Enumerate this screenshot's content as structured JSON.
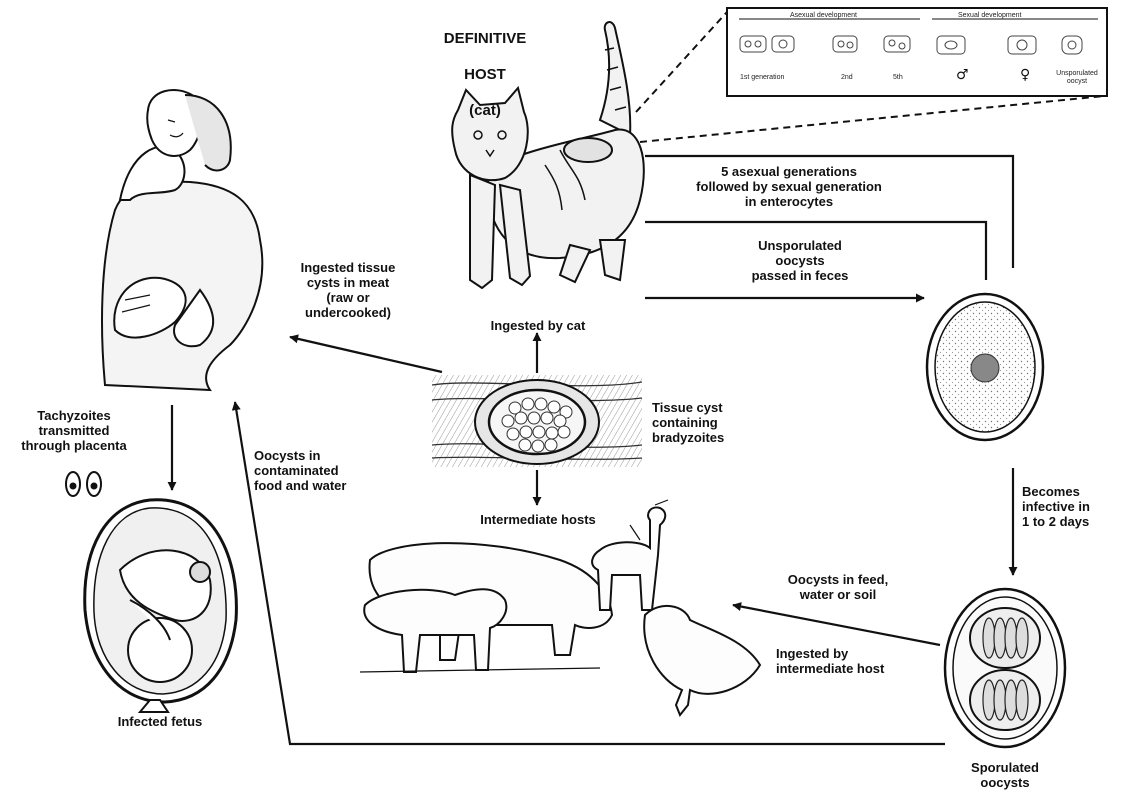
{
  "definitive_host": {
    "line1": "DEFINITIVE",
    "line2": "HOST",
    "line3": "(cat)"
  },
  "inset": {
    "asexual_label": "Asexual development",
    "sexual_label": "Sexual development",
    "stages": [
      "1st generation",
      "2nd",
      "5th",
      "",
      "",
      "Unsporulated oocyst"
    ],
    "male_symbol": "♂",
    "female_symbol": "♀"
  },
  "labels": {
    "asexual_generations": "5 asexual generations\nfollowed by sexual generation\nin enterocytes",
    "unsporulated": "Unsporulated\noocysts\npassed in feces",
    "ingested_tissue_cysts": "Ingested tissue\ncysts in meat\n(raw or\nundercooked)",
    "ingested_by_cat": "Ingested by cat",
    "tissue_cyst": "Tissue cyst\ncontaining\nbradyzoites",
    "tachyzoites": "Tachyzoites\ntransmitted\nthrough placenta",
    "oocysts_contaminated": "Oocysts in\ncontaminated\nfood and water",
    "intermediate_hosts": "Intermediate hosts",
    "becomes_infective": "Becomes\ninfective in\n1 to 2 days",
    "oocysts_feed": "Oocysts in feed,\nwater or soil",
    "ingested_by_intermediate": "Ingested by\nintermediate host",
    "infected_fetus": "Infected fetus",
    "sporulated_oocysts": "Sporulated\noocysts"
  }
}
